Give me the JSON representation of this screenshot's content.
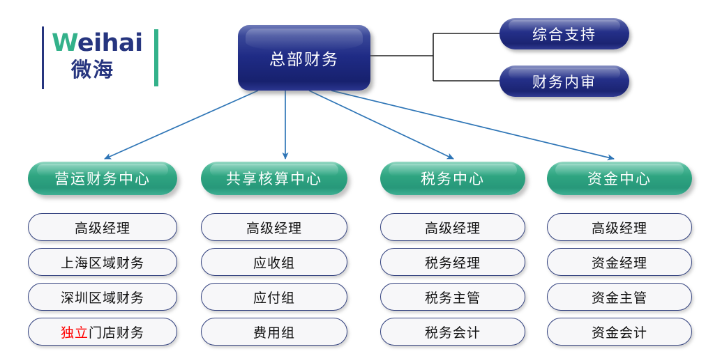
{
  "logo": {
    "en_prefix": "W",
    "en_rest": "eihai",
    "cn": "微海"
  },
  "root": {
    "label": "总部财务"
  },
  "staff_units": [
    {
      "label": "综合支持"
    },
    {
      "label": "财务内审"
    }
  ],
  "centers": [
    {
      "label": "营运财务中心",
      "roles": [
        {
          "text": "高级经理"
        },
        {
          "text": "上海区域财务"
        },
        {
          "text": "深圳区域财务"
        },
        {
          "text": "独立门店财务",
          "highlight": "独立"
        }
      ]
    },
    {
      "label": "共享核算中心",
      "roles": [
        {
          "text": "高级经理"
        },
        {
          "text": "应收组"
        },
        {
          "text": "应付组"
        },
        {
          "text": "费用组"
        }
      ]
    },
    {
      "label": "税务中心",
      "roles": [
        {
          "text": "高级经理"
        },
        {
          "text": "税务经理"
        },
        {
          "text": "税务主管"
        },
        {
          "text": "税务会计"
        }
      ]
    },
    {
      "label": "资金中心",
      "roles": [
        {
          "text": "高级经理"
        },
        {
          "text": "资金经理"
        },
        {
          "text": "资金主管"
        },
        {
          "text": "资金会计"
        }
      ]
    }
  ],
  "colors": {
    "root_navy": "#1F2B85",
    "staff_navy": "#242F88",
    "center_green": "#2FA581",
    "role_border": "#31407E",
    "arrow_blue": "#2E75B6",
    "bracket_line": "#202020",
    "logo_navy": "#26357F",
    "logo_green": "#33B18A",
    "highlight_red": "#FF0000"
  }
}
